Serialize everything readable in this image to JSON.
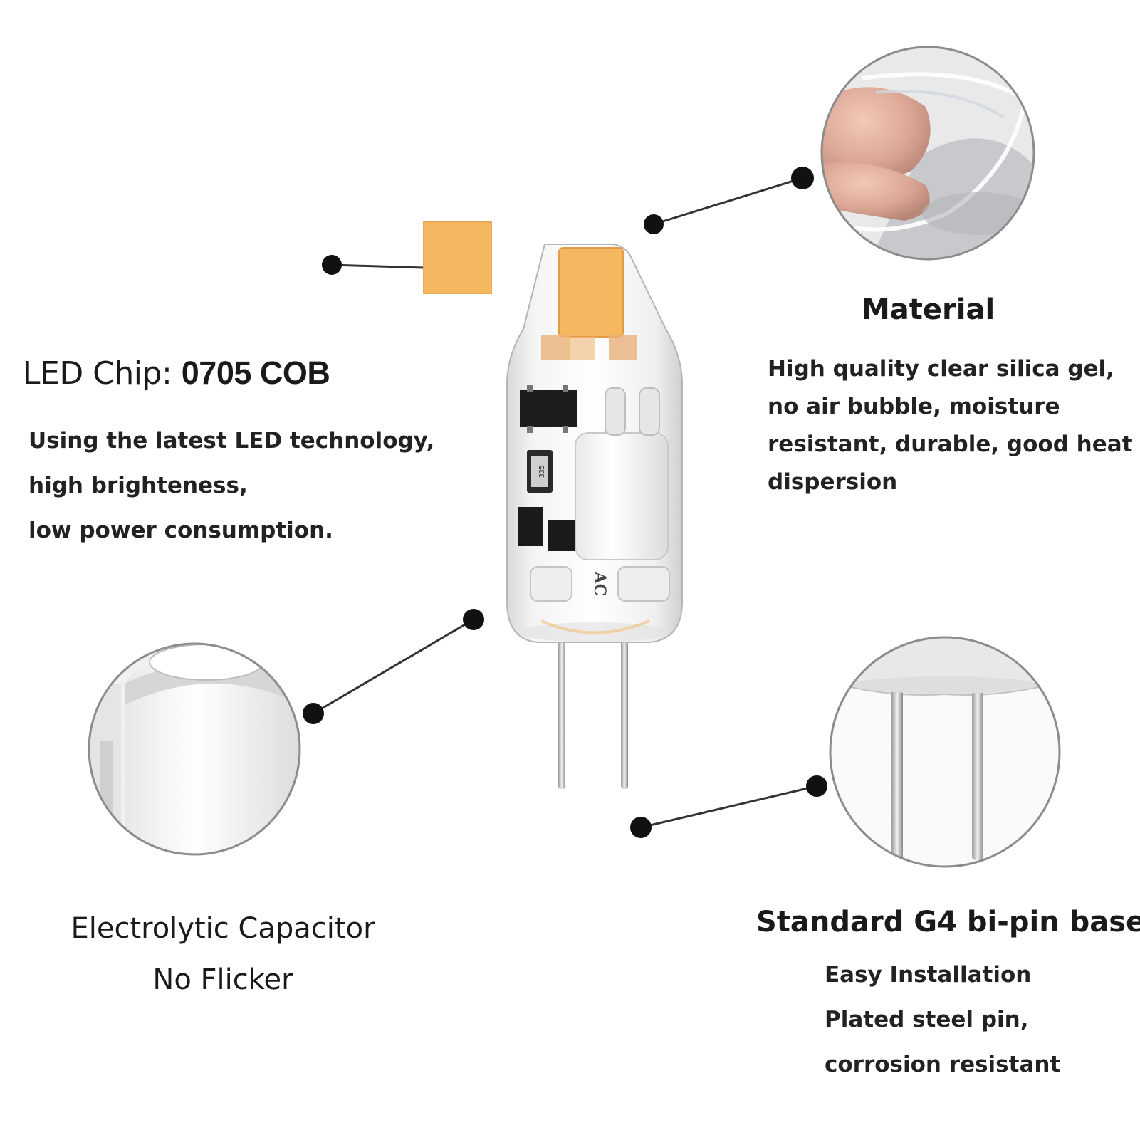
{
  "led_chip": {
    "label": "LED Chip: ",
    "spec": "0705 COB",
    "lines": [
      "Using the latest LED technology,",
      "high brighteness,",
      "low power consumption."
    ]
  },
  "material": {
    "title": "Material",
    "lines": [
      "High quality clear silica gel,",
      "no air bubble, moisture",
      "resistant, durable, good heat",
      "dispersion"
    ]
  },
  "capacitor": {
    "lines": [
      "Electrolytic Capacitor",
      "No Flicker"
    ]
  },
  "base": {
    "title": "Standard G4 bi-pin base",
    "lines": [
      "Easy Installation",
      "Plated steel pin,",
      "corrosion resistant"
    ]
  },
  "bulb": {
    "marking": "AC",
    "resistor_code": "335"
  },
  "colors": {
    "chip": "#f5b860",
    "chip_dark": "#e8a34a",
    "dot": "#111111",
    "line": "#333333"
  }
}
